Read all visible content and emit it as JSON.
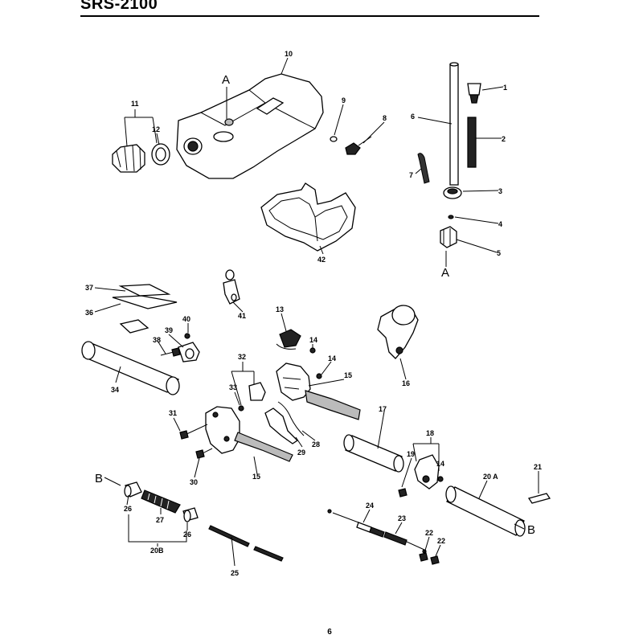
{
  "page": {
    "title": "SRS-2100",
    "page_number": "6"
  },
  "callouts": {
    "A_top": "A",
    "A_bottom": "A",
    "B_left": "B",
    "B_right": "B",
    "n1": "1",
    "n2": "2",
    "n3": "3",
    "n4": "4",
    "n5": "5",
    "n6": "6",
    "n7": "7",
    "n8": "8",
    "n9": "9",
    "n10": "10",
    "n11": "11",
    "n12": "12",
    "n13": "13",
    "n14a": "14",
    "n14b": "14",
    "n14c": "14",
    "n15a": "15",
    "n15b": "15",
    "n16": "16",
    "n17": "17",
    "n18": "18",
    "n19": "19",
    "n20a": "20 A",
    "n20b": "20B",
    "n21": "21",
    "n22a": "22",
    "n22b": "22",
    "n23": "23",
    "n24": "24",
    "n25": "25",
    "n26": "26",
    "n27": "27",
    "n28": "28",
    "n29": "29",
    "n30": "30",
    "n31": "31",
    "n32": "32",
    "n33": "33",
    "n34": "34",
    "n36": "36",
    "n37": "37",
    "n38": "38",
    "n39": "39",
    "n40": "40",
    "n41": "41",
    "n42": "42"
  }
}
